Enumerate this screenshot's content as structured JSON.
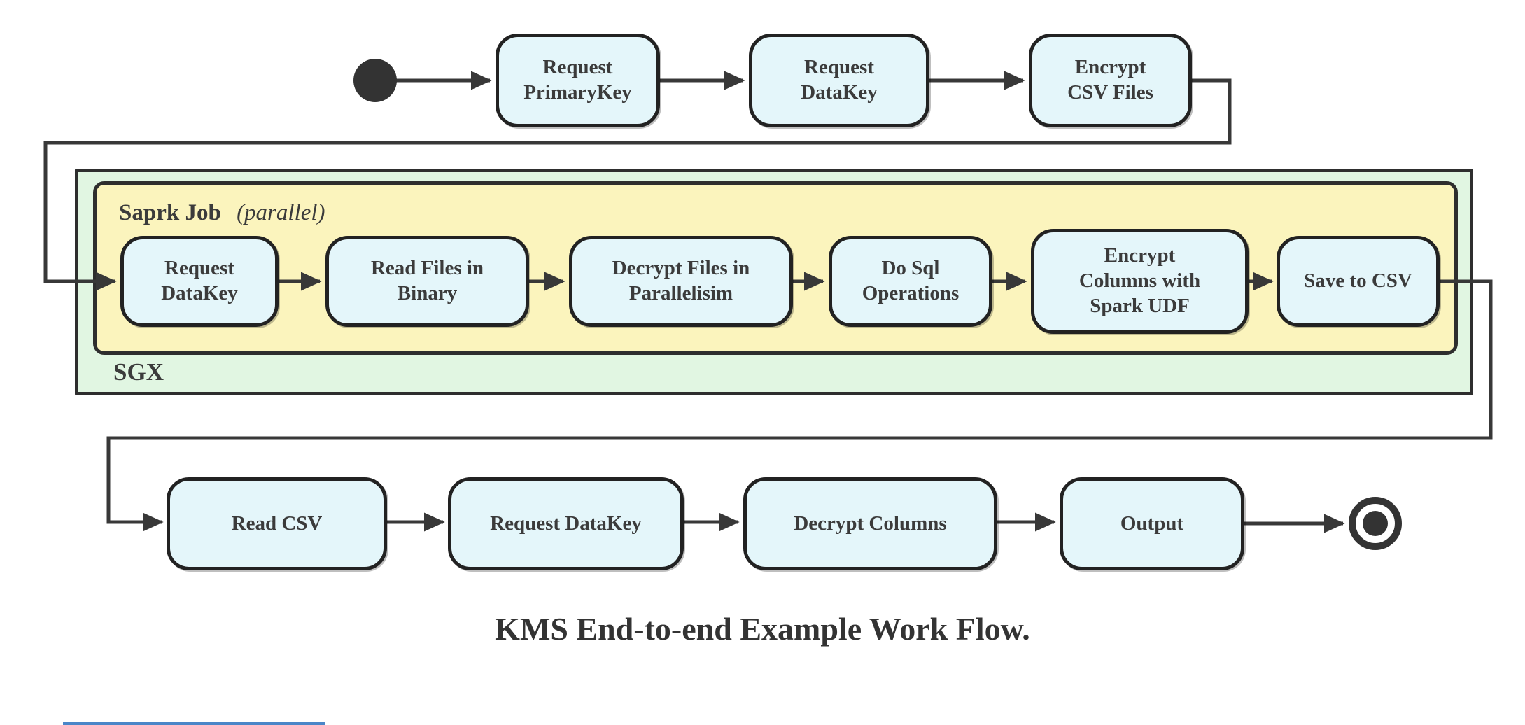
{
  "diagram": {
    "caption": "KMS End-to-end Example Work Flow.",
    "colors": {
      "node_fill": "#e4f6fa",
      "node_border": "#222222",
      "sgx_fill": "#e1f6e2",
      "spark_fill": "#fbf4bd",
      "connector": "#383838",
      "text": "#3b3b3b",
      "start_end_node": "#333333",
      "bottom_strip": "#4a86c8"
    },
    "groups": {
      "sgx": {
        "label": "SGX"
      },
      "spark": {
        "title": "Saprk Job",
        "qualifier": "(parallel)"
      }
    },
    "flow": {
      "row1": [
        {
          "lines": [
            "Request",
            "PrimaryKey"
          ]
        },
        {
          "lines": [
            "Request",
            "DataKey"
          ]
        },
        {
          "lines": [
            "Encrypt",
            "CSV Files"
          ]
        }
      ],
      "row2": [
        {
          "lines": [
            "Request",
            "DataKey"
          ]
        },
        {
          "lines": [
            "Read Files in",
            "Binary"
          ]
        },
        {
          "lines": [
            "Decrypt Files in",
            "Parallelisim"
          ]
        },
        {
          "lines": [
            "Do Sql",
            "Operations"
          ]
        },
        {
          "lines": [
            "Encrypt",
            "Columns with",
            "Spark UDF"
          ]
        },
        {
          "lines": [
            "Save to CSV"
          ]
        }
      ],
      "row3": [
        {
          "lines": [
            "Read CSV"
          ]
        },
        {
          "lines": [
            "Request DataKey"
          ]
        },
        {
          "lines": [
            "Decrypt Columns"
          ]
        },
        {
          "lines": [
            "Output"
          ]
        }
      ]
    }
  }
}
